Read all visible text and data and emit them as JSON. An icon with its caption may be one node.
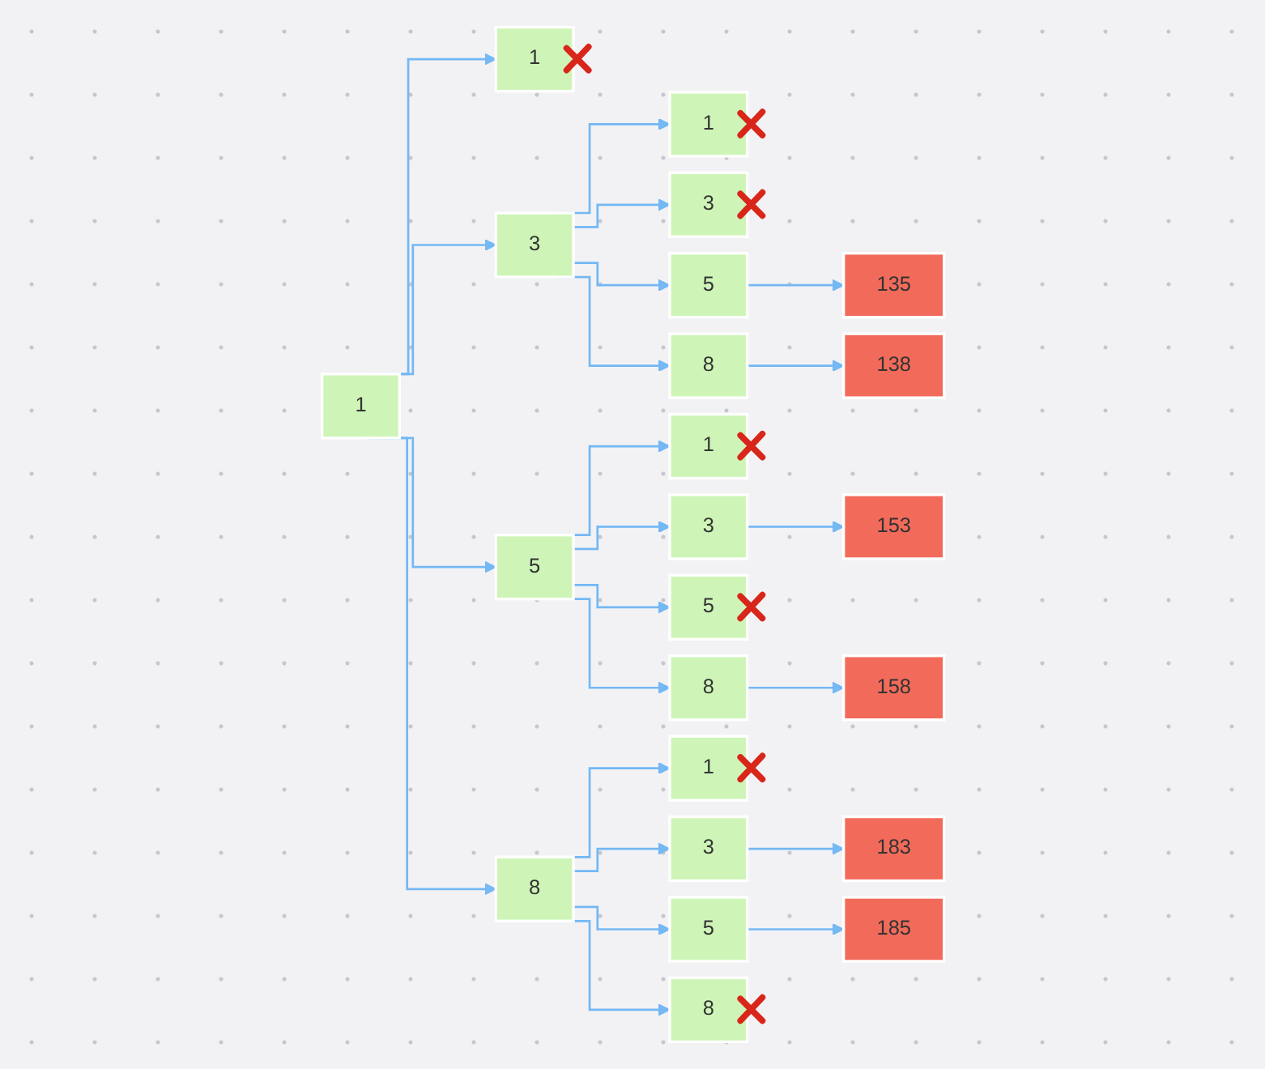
{
  "diagram": {
    "nodes": [
      {
        "text": [
          "1"
        ]
      },
      {
        "text": [
          "1"
        ]
      },
      {
        "text": [],
        "shape": "cross"
      },
      {
        "text": [
          "3"
        ]
      },
      {
        "text": [
          "1"
        ]
      },
      {
        "text": [],
        "shape": "cross"
      },
      {
        "text": [
          "3"
        ]
      },
      {
        "text": [],
        "shape": "cross"
      },
      {
        "text": [
          "5"
        ]
      },
      {
        "text": [
          "135"
        ]
      },
      {
        "text": [
          "8"
        ]
      },
      {
        "text": [
          "138"
        ]
      },
      {
        "text": [
          "5"
        ]
      },
      {
        "text": [
          "1"
        ]
      },
      {
        "text": [],
        "shape": "cross"
      },
      {
        "text": [
          "3"
        ]
      },
      {
        "text": [
          "153"
        ]
      },
      {
        "text": [
          "5"
        ]
      },
      {
        "text": [],
        "shape": "cross"
      },
      {
        "text": [
          "8"
        ]
      },
      {
        "text": [
          "158"
        ]
      },
      {
        "text": [
          "8"
        ]
      },
      {
        "text": [
          "1"
        ]
      },
      {
        "text": [],
        "shape": "cross"
      },
      {
        "text": [
          "3"
        ]
      },
      {
        "text": [
          "183"
        ]
      },
      {
        "text": [
          "5"
        ]
      },
      {
        "text": [
          "185"
        ]
      },
      {
        "text": [
          "8"
        ]
      },
      {
        "text": [],
        "shape": "cross"
      }
    ],
    "edges": [
      {
        "from": 0,
        "to": 1,
        "arrow": "to"
      },
      {
        "from": 0,
        "to": 3,
        "arrow": "to"
      },
      {
        "from": 0,
        "to": 12,
        "arrow": "to"
      },
      {
        "from": 0,
        "to": 21,
        "arrow": "to"
      },
      {
        "from": 3,
        "to": 4,
        "arrow": "to"
      },
      {
        "from": 3,
        "to": 6,
        "arrow": "to"
      },
      {
        "from": 3,
        "to": 8,
        "arrow": "to"
      },
      {
        "from": 3,
        "to": 10,
        "arrow": "to"
      },
      {
        "from": 8,
        "to": 9,
        "arrow": "to"
      },
      {
        "from": 10,
        "to": 11,
        "arrow": "to"
      },
      {
        "from": 12,
        "to": 13,
        "arrow": "to"
      },
      {
        "from": 12,
        "to": 15,
        "arrow": "to"
      },
      {
        "from": 12,
        "to": 17,
        "arrow": "to"
      },
      {
        "from": 12,
        "to": 19,
        "arrow": "to"
      },
      {
        "from": 15,
        "to": 16,
        "arrow": "to"
      },
      {
        "from": 19,
        "to": 20,
        "arrow": "to"
      },
      {
        "from": 21,
        "to": 22,
        "arrow": "to"
      },
      {
        "from": 21,
        "to": 24,
        "arrow": "to"
      },
      {
        "from": 21,
        "to": 26,
        "arrow": "to"
      },
      {
        "from": 21,
        "to": 28,
        "arrow": "to"
      },
      {
        "from": 24,
        "to": 25,
        "arrow": "to"
      },
      {
        "from": 26,
        "to": 27,
        "arrow": "to"
      }
    ]
  }
}
